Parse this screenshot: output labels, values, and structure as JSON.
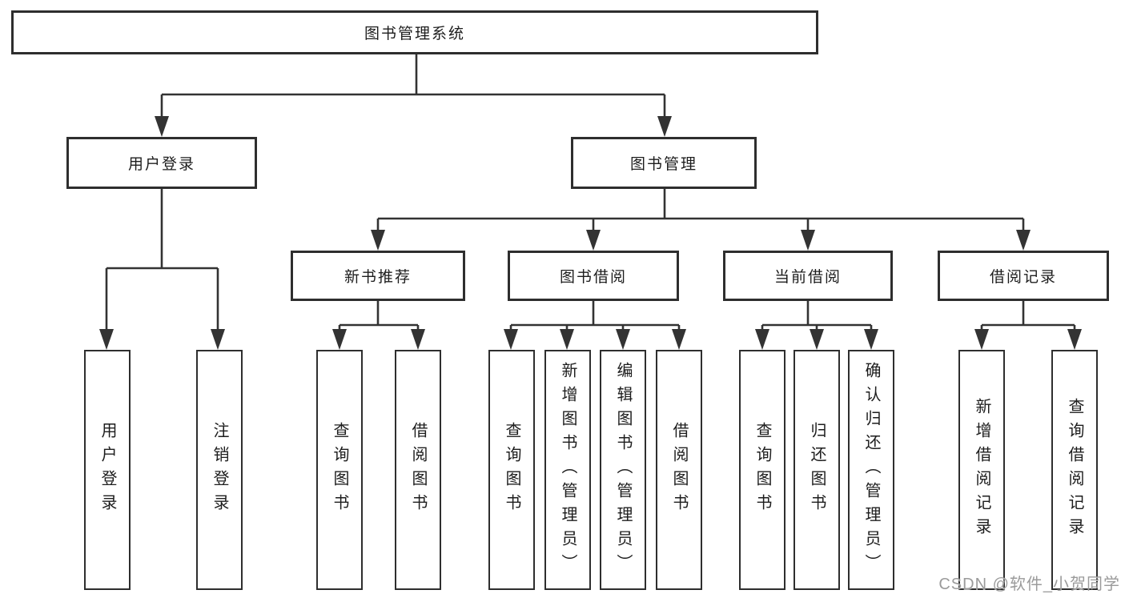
{
  "diagram": {
    "root": {
      "label": "图书管理系统"
    },
    "level2": [
      {
        "label": "用户登录"
      },
      {
        "label": "图书管理"
      }
    ],
    "level3": [
      {
        "label": "新书推荐"
      },
      {
        "label": "图书借阅"
      },
      {
        "label": "当前借阅"
      },
      {
        "label": "借阅记录"
      }
    ],
    "leaves": [
      {
        "label": "用户登录"
      },
      {
        "label": "注销登录"
      },
      {
        "label": "查询图书"
      },
      {
        "label": "借阅图书"
      },
      {
        "label": "查询图书"
      },
      {
        "label": "新增图书（管理员）"
      },
      {
        "label": "编辑图书（管理员）"
      },
      {
        "label": "借阅图书"
      },
      {
        "label": "查询图书"
      },
      {
        "label": "归还图书"
      },
      {
        "label": "确认归还（管理员）"
      },
      {
        "label": "新增借阅记录"
      },
      {
        "label": "查询借阅记录"
      }
    ]
  },
  "watermark": {
    "text": "CSDN @软件_小贺同学"
  },
  "colors": {
    "line": "#333333",
    "border": "#2e2e2e",
    "text": "#1d1d1d",
    "background": "#ffffff",
    "watermark": "#9b9b9b"
  }
}
